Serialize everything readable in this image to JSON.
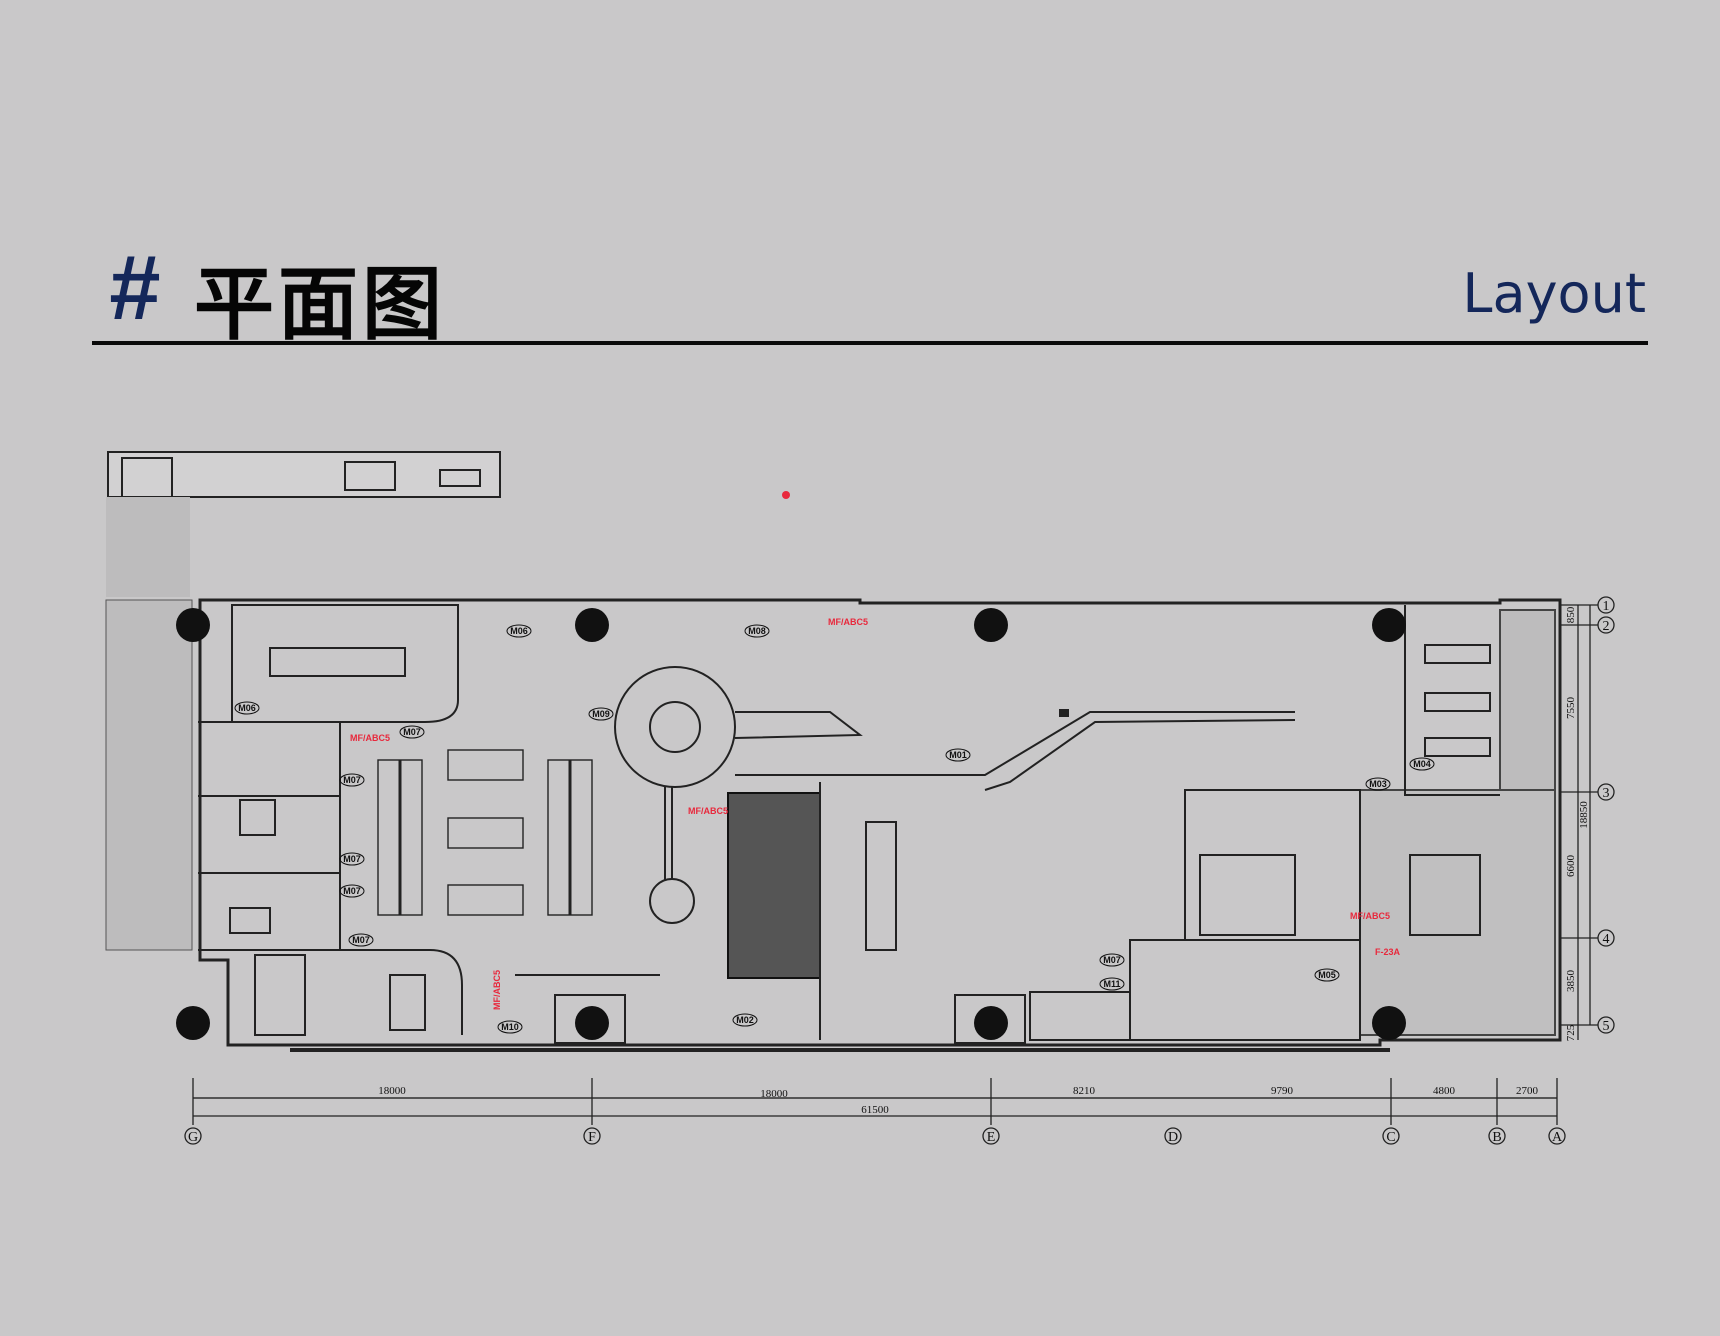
{
  "header": {
    "hash": "#",
    "title": "平面图",
    "subtitle": "Layout"
  },
  "plan": {
    "room_tags": [
      "M06",
      "M08",
      "M09",
      "M01",
      "M06",
      "M07",
      "M07",
      "M07",
      "M07",
      "M07",
      "M10",
      "M02",
      "M07",
      "M11",
      "M05",
      "M04",
      "M03"
    ],
    "fire_labels": [
      "MF/ABC5",
      "MF/ABC5",
      "MF/ABC5",
      "MF/ABC5",
      "MF/ABC5"
    ],
    "door_label": "F-23A",
    "horizontal_dimensions": [
      "18000",
      "18000",
      "8210",
      "9790",
      "4800",
      "2700"
    ],
    "horizontal_total": "61500",
    "vertical_dimensions": [
      "850",
      "7550",
      "6600",
      "3850",
      "725"
    ],
    "vertical_total": "18850",
    "column_axes": [
      "G",
      "F",
      "E",
      "D",
      "C",
      "B",
      "A"
    ],
    "row_axes": [
      "1",
      "2",
      "3",
      "4",
      "5"
    ]
  },
  "colors": {
    "accent": "#14275a",
    "background": "#c9c8c9",
    "annotation": "#e8283c"
  }
}
